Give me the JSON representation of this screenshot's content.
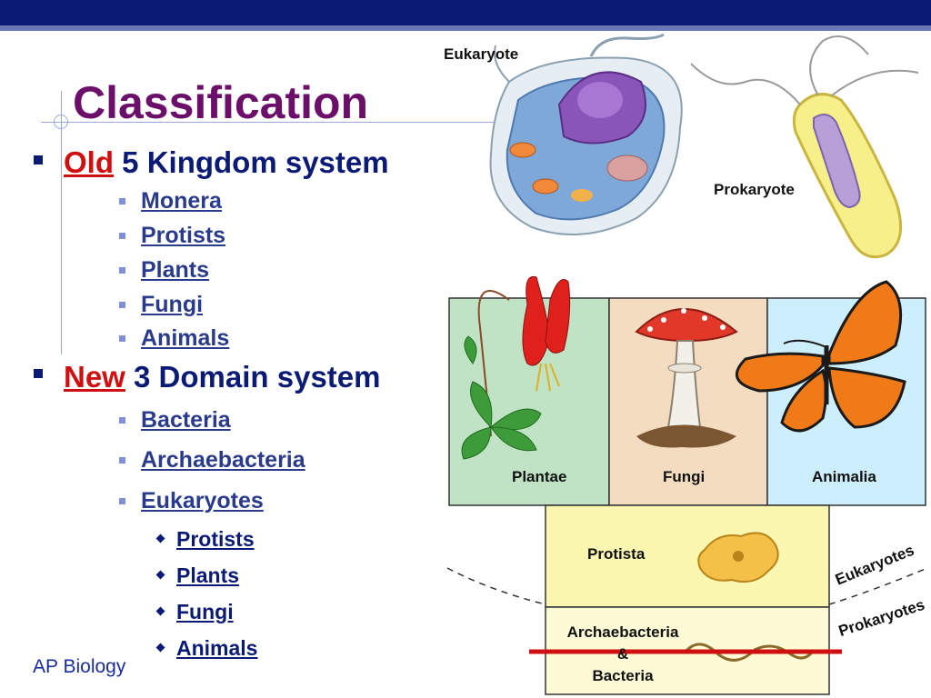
{
  "slide": {
    "title": "Classification",
    "footer": "AP Biology"
  },
  "list": {
    "old": {
      "highlight": "Old",
      "text": "5 Kingdom system"
    },
    "kingdoms": [
      "Monera",
      "Protists",
      "Plants",
      "Fungi",
      "Animals"
    ],
    "new": {
      "highlight": "New",
      "text": "3 Domain system"
    },
    "domains": [
      "Bacteria",
      "Archaebacteria",
      "Eukaryotes"
    ],
    "eukaryote_groups": [
      "Protists",
      "Plants",
      "Fungi",
      "Animals"
    ]
  },
  "figure": {
    "eukaryote_label": "Eukaryote",
    "prokaryote_label": "Prokaryote",
    "plantae": "Plantae",
    "fungi": "Fungi",
    "animalia": "Animalia",
    "protista": "Protista",
    "archaebacteria": "Archaebacteria",
    "ampersand": "&",
    "bacteria": "Bacteria",
    "eukaryotes_curve": "Eukaryotes",
    "prokaryotes_curve": "Prokaryotes"
  },
  "colors": {
    "banner": "#0b1b75",
    "title": "#6b0f6b",
    "highlight": "#d01010",
    "plantae_bg": "#bfe3c4",
    "fungi_bg": "#f4dcc0",
    "animalia_bg": "#cdeefc",
    "protista_bg": "#fbf7b0",
    "bacteria_bg": "#fdfbd6"
  }
}
